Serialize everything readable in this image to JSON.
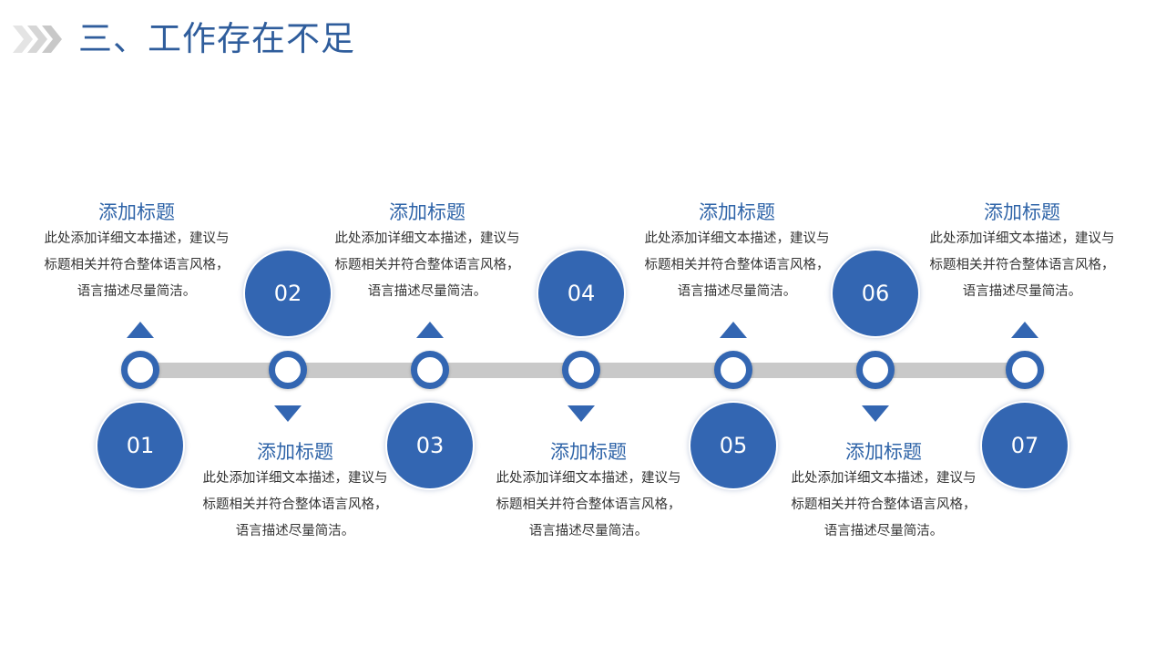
{
  "header": {
    "title": "三、工作存在不足"
  },
  "timeline": {
    "steps": [
      {
        "number": "01",
        "title": "添加标题",
        "body": "此处添加详细文本描述，建议与标题相关并符合整体语言风格，语言描述尽量简洁。"
      },
      {
        "number": "02",
        "title": "添加标题",
        "body": "此处添加详细文本描述，建议与标题相关并符合整体语言风格，语言描述尽量简洁。"
      },
      {
        "number": "03",
        "title": "添加标题",
        "body": "此处添加详细文本描述，建议与标题相关并符合整体语言风格，语言描述尽量简洁。"
      },
      {
        "number": "04",
        "title": "添加标题",
        "body": "此处添加详细文本描述，建议与标题相关并符合整体语言风格，语言描述尽量简洁。"
      },
      {
        "number": "05",
        "title": "添加标题",
        "body": "此处添加详细文本描述，建议与标题相关并符合整体语言风格，语言描述尽量简洁。"
      },
      {
        "number": "06",
        "title": "添加标题",
        "body": "此处添加详细文本描述，建议与标题相关并符合整体语言风格，语言描述尽量简洁。"
      },
      {
        "number": "07",
        "title": "添加标题",
        "body": "此处添加详细文本描述，建议与标题相关并符合整体语言风格，语言描述尽量简洁。"
      }
    ]
  },
  "colors": {
    "accent": "#3366b2",
    "title": "#2f5d9c",
    "track": "#c9c9c9",
    "text": "#333333"
  }
}
